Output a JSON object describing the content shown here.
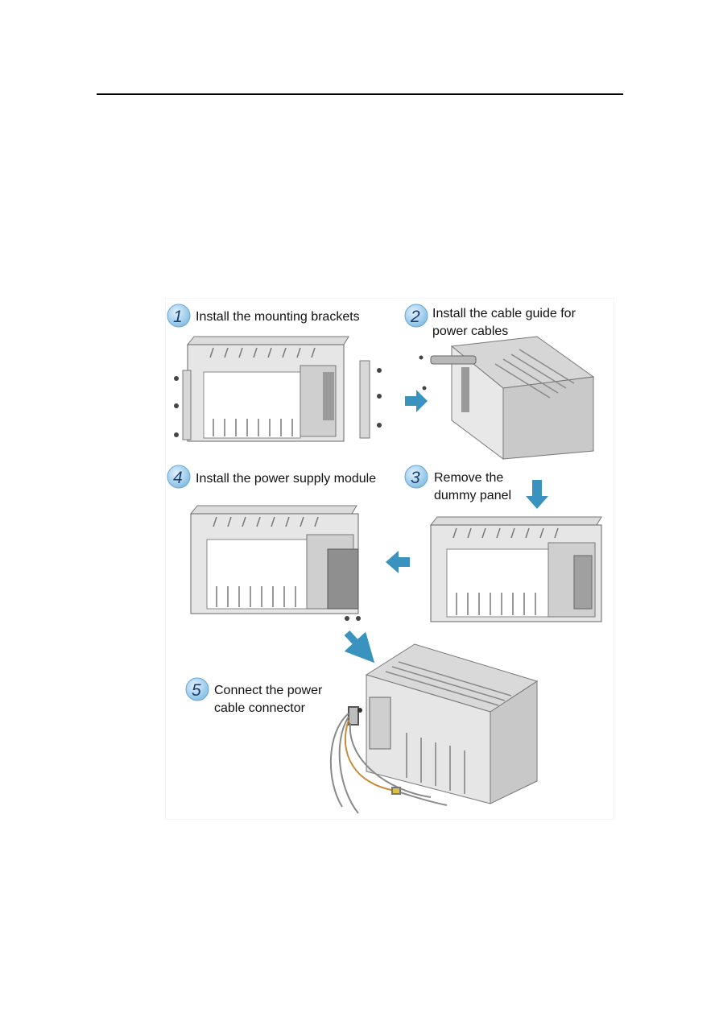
{
  "figure": {
    "steps": [
      {
        "number": "1",
        "label_lines": [
          "Install the mounting brackets"
        ]
      },
      {
        "number": "2",
        "label_lines": [
          "Install the cable guide for",
          "power cables"
        ]
      },
      {
        "number": "3",
        "label_lines": [
          "Remove the",
          "dummy panel"
        ]
      },
      {
        "number": "4",
        "label_lines": [
          "Install the power supply module"
        ]
      },
      {
        "number": "5",
        "label_lines": [
          "Connect the power",
          "cable connector"
        ]
      }
    ],
    "arrow_color": "#3a93bf",
    "badge_color": "#7fbbe3"
  }
}
